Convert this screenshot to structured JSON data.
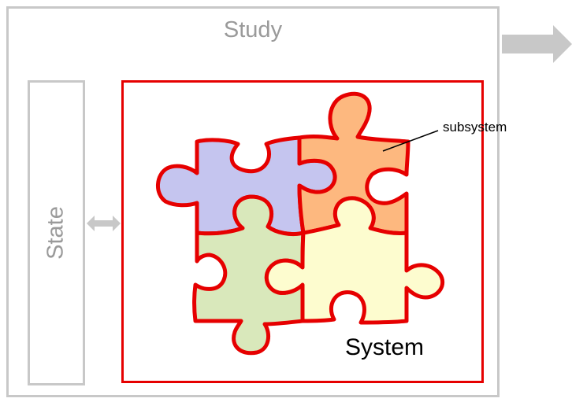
{
  "study": {
    "label": "Study"
  },
  "state": {
    "label": "State"
  },
  "system": {
    "label": "System"
  },
  "subsystem": {
    "label": "subsystem"
  },
  "colors": {
    "frame_gray": "#c8c8c8",
    "label_gray": "#9a9a9a",
    "system_red": "#e60000",
    "piece_purple": "#c5c5ef",
    "piece_orange": "#fdb87f",
    "piece_green": "#d9e8bb",
    "piece_yellow": "#fdfccf"
  },
  "puzzle_pieces": [
    {
      "id": "purple",
      "position": "top-left"
    },
    {
      "id": "orange",
      "position": "top-right"
    },
    {
      "id": "green",
      "position": "bottom-left"
    },
    {
      "id": "yellow",
      "position": "bottom-right"
    }
  ]
}
